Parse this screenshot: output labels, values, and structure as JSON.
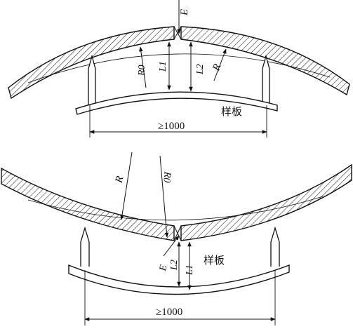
{
  "top": {
    "labels": {
      "E": "E",
      "R0": "R0",
      "L1": "L1",
      "L2": "L2",
      "R": "R",
      "template": "样板",
      "span": "≥1000"
    }
  },
  "bottom": {
    "labels": {
      "R": "R",
      "R0": "R0",
      "E": "E",
      "L2": "L2",
      "L1": "L1",
      "template": "样板",
      "span": "≥1000"
    }
  },
  "colors": {
    "ink": "#111111",
    "paper": "#ffffff"
  }
}
